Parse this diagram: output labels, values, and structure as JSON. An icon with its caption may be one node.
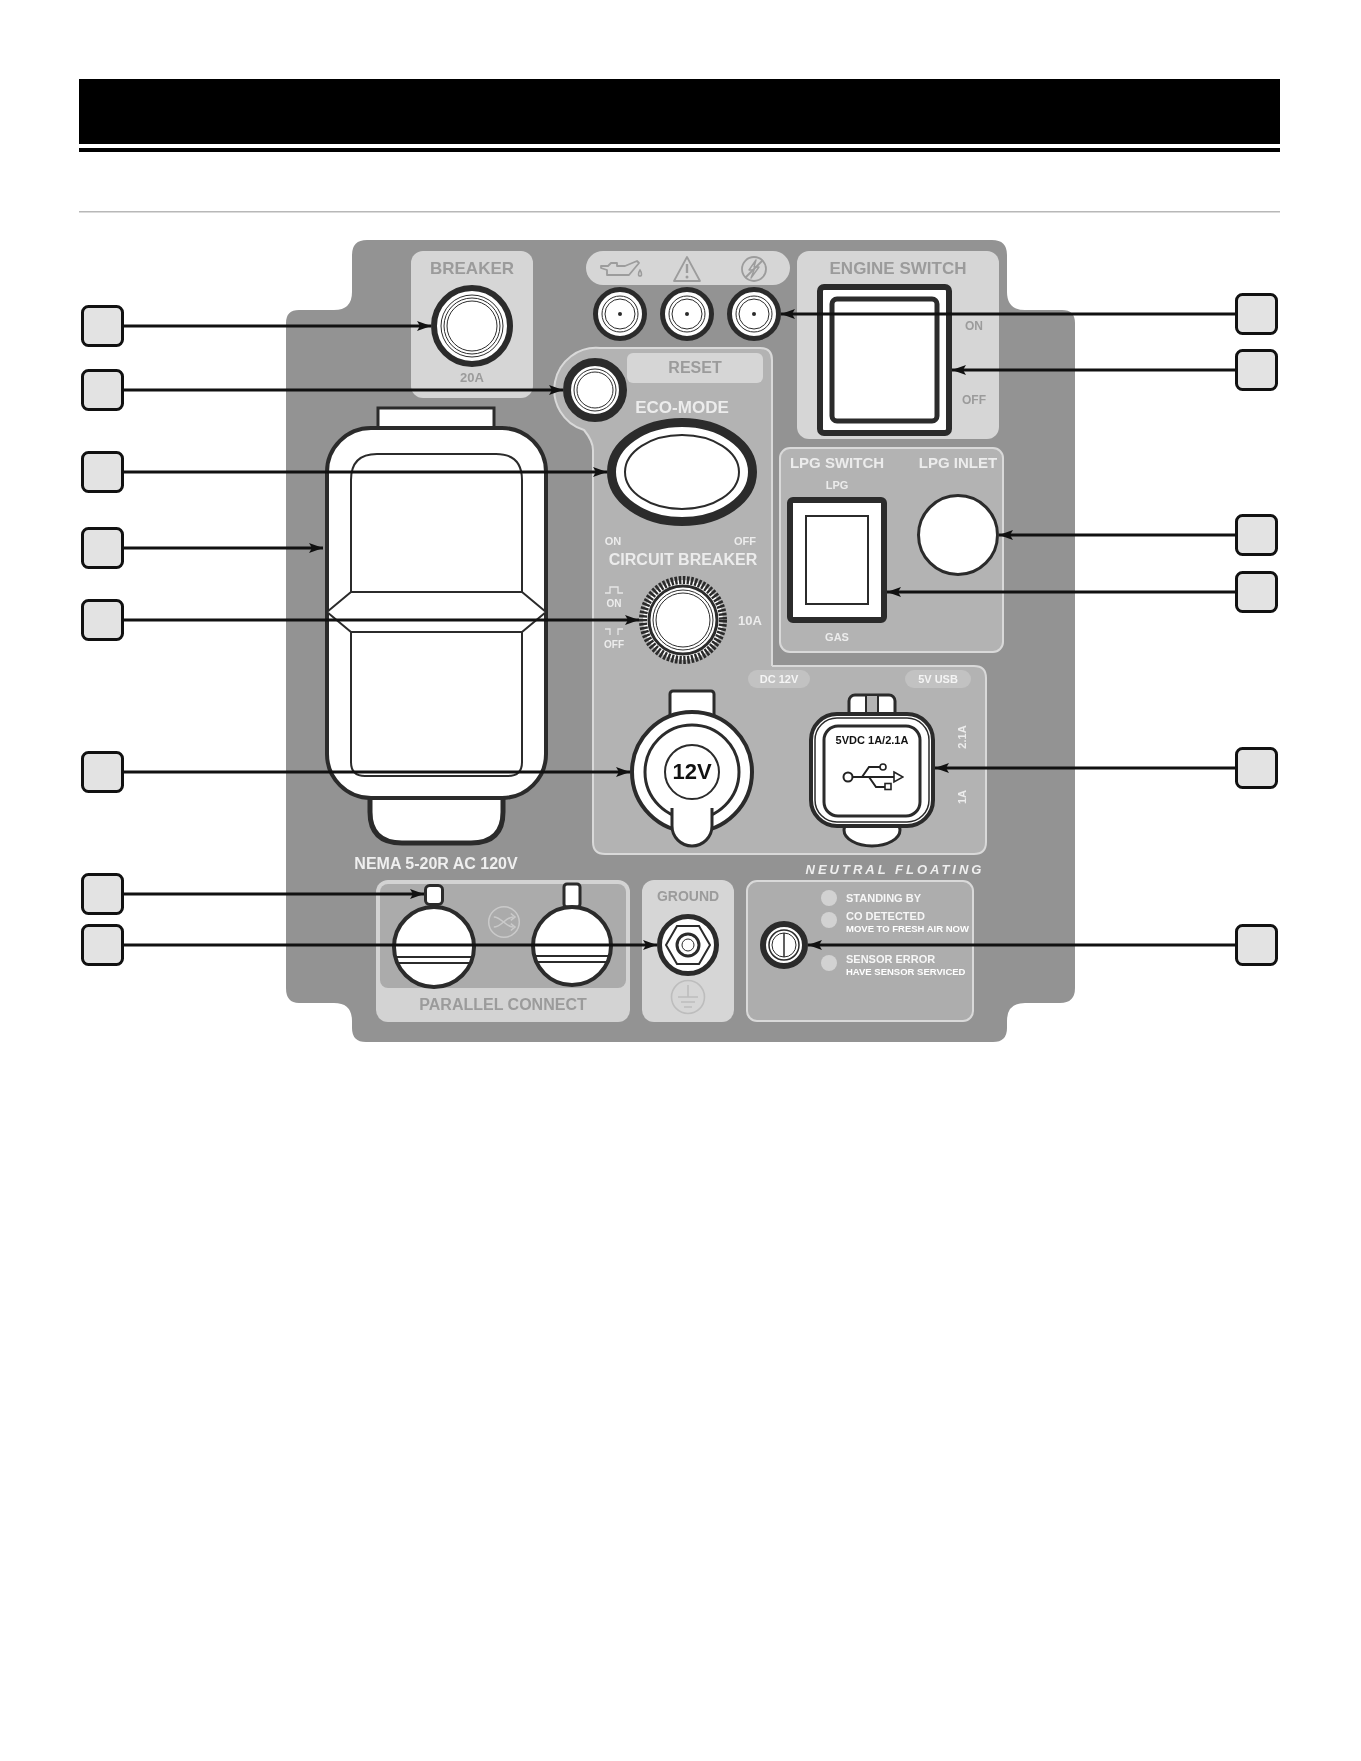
{
  "diagram": {
    "nodes": [
      {
        "text": [],
        "shape": "box"
      },
      {
        "text": [],
        "shape": "box"
      },
      {
        "text": [],
        "shape": "box"
      },
      {
        "text": [],
        "shape": "box"
      },
      {
        "text": [],
        "shape": "box"
      },
      {
        "text": [],
        "shape": "box"
      },
      {
        "text": [],
        "shape": "box"
      },
      {
        "text": [],
        "shape": "box"
      },
      {
        "text": [],
        "shape": "box"
      },
      {
        "text": [],
        "shape": "box"
      },
      {
        "text": [],
        "shape": "box"
      },
      {
        "text": [],
        "shape": "box"
      },
      {
        "text": [],
        "shape": "box"
      },
      {
        "text": [],
        "shape": "box"
      },
      {
        "text": [
          "BREAKER",
          "20A"
        ]
      },
      {
        "text": [],
        "shape": "circle",
        "in": 14
      },
      {
        "text": [],
        "shape": "circle"
      },
      {
        "text": [],
        "shape": "circle"
      },
      {
        "text": [],
        "shape": "circle"
      },
      {
        "text": [
          "ENGINE SWITCH",
          "ON",
          "OFF"
        ]
      },
      {
        "text": [],
        "shape": "box",
        "in": 19
      },
      {
        "text": [
          "ECO-MODE",
          "ON",
          "OFF",
          "CIRCUIT BREAKER",
          "ON",
          "OFF",
          "10A"
        ]
      },
      {
        "text": [
          "RESET"
        ],
        "in": 21
      },
      {
        "text": [],
        "shape": "circle",
        "in": 21
      },
      {
        "text": [],
        "shape": "oval",
        "in": 21
      },
      {
        "text": [],
        "shape": "circle",
        "in": 21
      },
      {
        "text": [
          "2.1A",
          "1A"
        ]
      },
      {
        "text": [
          "DC 12V"
        ],
        "in": 26
      },
      {
        "text": [
          "12V"
        ],
        "in": 26
      },
      {
        "text": [
          "5V USB"
        ],
        "in": 26
      },
      {
        "text": [
          "5VDC 1A/2.1A"
        ],
        "in": 26
      },
      {
        "text": [],
        "shape": "box",
        "beside": [
          "NEMA 5-20R AC 120V"
        ]
      },
      {
        "text": [
          "LPG SWITCH",
          "LPG INLET",
          "LPG",
          "GAS"
        ]
      },
      {
        "text": [],
        "shape": "box",
        "in": 32
      },
      {
        "text": [],
        "shape": "circle",
        "in": 32
      },
      {
        "text": [
          "PARALLEL CONNECT"
        ]
      },
      {
        "text": [],
        "shape": "bar",
        "in": 35
      },
      {
        "text": [],
        "shape": "circle",
        "in": 35
      },
      {
        "text": [],
        "shape": "circle",
        "in": 35
      },
      {
        "text": [
          "GROUND"
        ]
      },
      {
        "text": [],
        "shape": "circle",
        "in": 39
      },
      {
        "text": [
          "STANDING BY",
          "CO DETECTED",
          "MOVE TO FRESH AIR NOW",
          "SENSOR ERROR",
          "HAVE SENSOR SERVICED"
        ]
      },
      {
        "text": [],
        "shape": "circle",
        "in": 41
      }
    ],
    "edges": [
      {
        "from": 0,
        "to": 15,
        "arrow": "to"
      },
      {
        "from": 1,
        "to": 23,
        "arrow": "to"
      },
      {
        "from": 2,
        "to": 24,
        "arrow": "to"
      },
      {
        "from": 3,
        "to": 31,
        "arrow": "to"
      },
      {
        "from": 4,
        "to": 25,
        "arrow": "to"
      },
      {
        "from": 5,
        "to": 28,
        "arrow": "to"
      },
      {
        "from": 6,
        "to": 36,
        "arrow": "to"
      },
      {
        "from": 7,
        "to": 40,
        "arrow": "to"
      },
      {
        "from": 8,
        "to": 18,
        "arrow": "to"
      },
      {
        "from": 9,
        "to": 20,
        "arrow": "to"
      },
      {
        "from": 10,
        "to": 34,
        "arrow": "to"
      },
      {
        "from": 11,
        "to": 33,
        "arrow": "to"
      },
      {
        "from": 12,
        "to": 30,
        "arrow": "to"
      },
      {
        "from": 13,
        "to": 42,
        "arrow": "to"
      }
    ],
    "labels": [
      "NEUTRAL FLOATING"
    ]
  }
}
